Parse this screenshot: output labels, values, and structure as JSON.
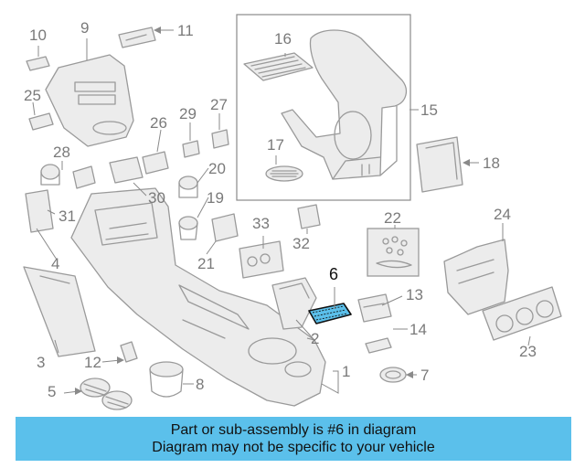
{
  "diagram": {
    "callouts": [
      "2",
      "3",
      "4",
      "5",
      "6",
      "7",
      "8",
      "9",
      "10",
      "11",
      "12",
      "13",
      "14",
      "15",
      "16",
      "17",
      "18",
      "19",
      "20",
      "21",
      "22",
      "23",
      "24",
      "25",
      "26",
      "27",
      "28",
      "29",
      "30",
      "31",
      "32",
      "33"
    ],
    "highlighted_part": "6",
    "highlight_color": "#5bc0eb"
  },
  "caption": {
    "line1": "Part or sub-assembly is #6 in diagram",
    "line2": "Diagram may not be specific to your vehicle",
    "background": "#5bc0eb"
  }
}
